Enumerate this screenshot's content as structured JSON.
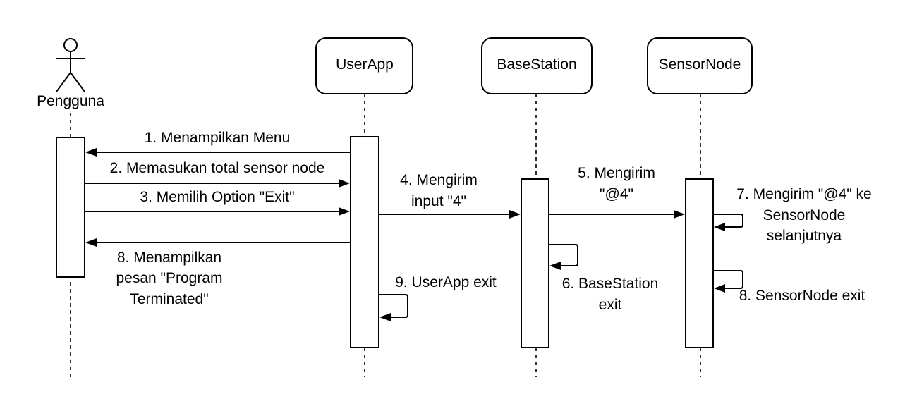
{
  "participants": {
    "actor": "Pengguna",
    "userapp": "UserApp",
    "basestation": "BaseStation",
    "sensornode": "SensorNode"
  },
  "messages": {
    "m1": "1. Menampilkan Menu",
    "m2": "2. Memasukan total sensor node",
    "m3": "3. Memilih Option \"Exit\"",
    "m4": [
      "4. Mengirim",
      "input \"4\""
    ],
    "m5": [
      "5. Mengirim",
      "\"@4\""
    ],
    "m6": [
      "6. BaseStation",
      "exit"
    ],
    "m7": [
      "7. Mengirim \"@4\" ke",
      "SensorNode",
      "selanjutnya"
    ],
    "m8a": [
      "8. Menampilkan",
      "pesan \"Program",
      "Terminated\""
    ],
    "m8b": "8. SensorNode exit",
    "m9": "9. UserApp exit"
  },
  "colors": {
    "stroke": "#000000",
    "background": "#ffffff"
  }
}
